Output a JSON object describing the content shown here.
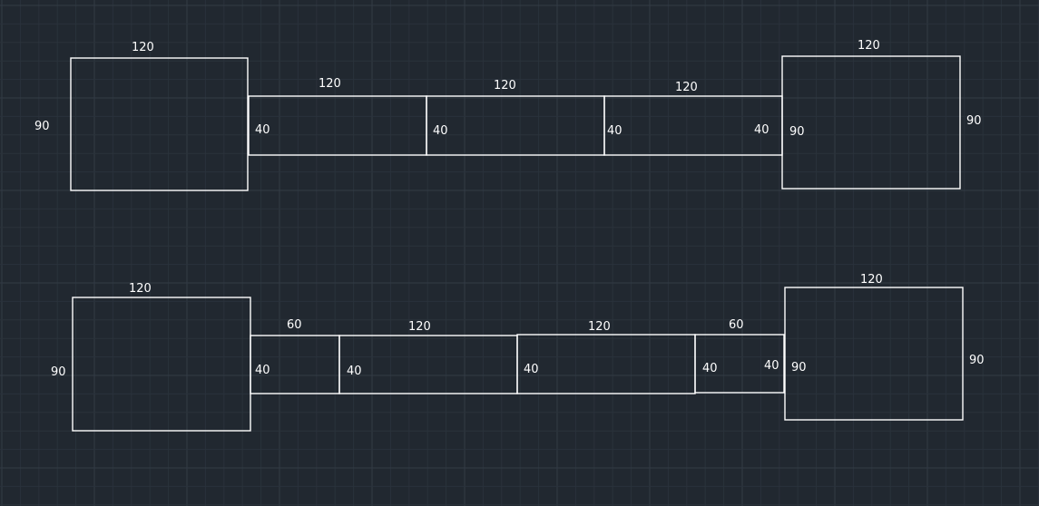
{
  "colors": {
    "background": "#212830",
    "grid_minor": "#2a323b",
    "grid_major": "#323b45",
    "lines": "#ffffff",
    "text": "#ffffff"
  },
  "layouts": [
    {
      "boxes": [
        {
          "id": "box-1",
          "labels": {
            "top": "120",
            "left": "90"
          }
        },
        {
          "id": "box-2",
          "labels": {
            "top": "120",
            "left": "40"
          }
        },
        {
          "id": "box-3",
          "labels": {
            "top": "120",
            "left": "40"
          }
        },
        {
          "id": "box-4",
          "labels": {
            "top": "120",
            "left": "40",
            "right": "40"
          }
        },
        {
          "id": "box-5",
          "labels": {
            "top": "120",
            "left": "90",
            "right": "90"
          }
        }
      ]
    },
    {
      "boxes": [
        {
          "id": "box-1",
          "labels": {
            "top": "120",
            "left": "90"
          }
        },
        {
          "id": "box-2",
          "labels": {
            "top": "60",
            "left": "40"
          }
        },
        {
          "id": "box-3",
          "labels": {
            "top": "120",
            "left": "40"
          }
        },
        {
          "id": "box-4",
          "labels": {
            "top": "120",
            "left": "40"
          }
        },
        {
          "id": "box-5",
          "labels": {
            "top": "60",
            "left": "40",
            "right": "40"
          }
        },
        {
          "id": "box-6",
          "labels": {
            "top": "120",
            "left": "90",
            "right": "90"
          }
        }
      ]
    }
  ]
}
